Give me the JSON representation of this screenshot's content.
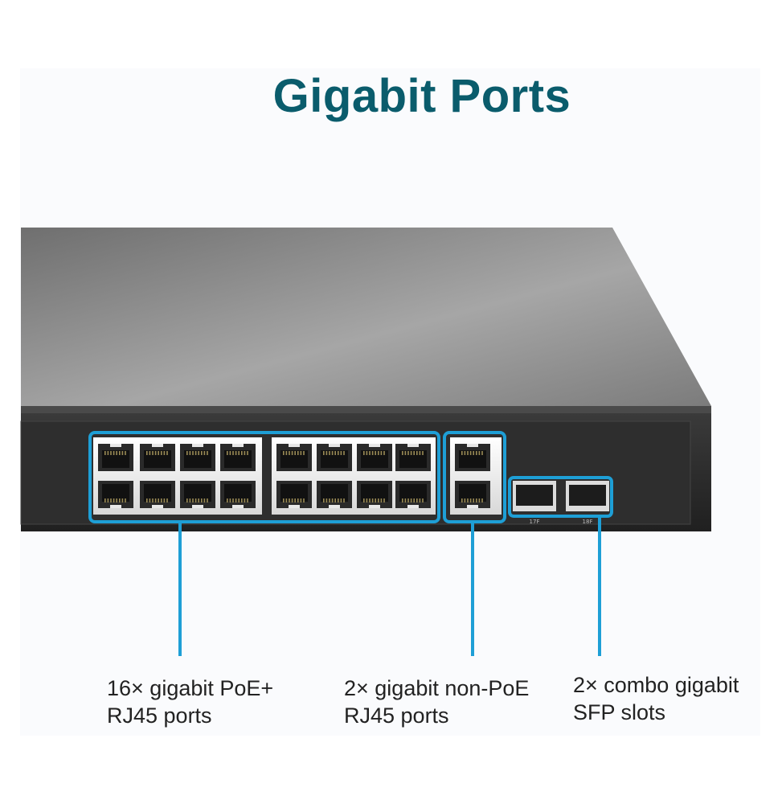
{
  "title": "Gigabit Ports",
  "colors": {
    "title": "#0a5c6c",
    "accent": "#1e9fd6",
    "chassis_top": "#8e8e8e",
    "chassis_front": "#2b2b2b",
    "port_white": "#f2f2f2"
  },
  "callouts": [
    {
      "line1": "16× gigabit PoE+",
      "line2": "RJ45 ports"
    },
    {
      "line1": "2× gigabit non-PoE",
      "line2": "RJ45 ports"
    },
    {
      "line1": "2× combo gigabit",
      "line2": "SFP slots"
    }
  ],
  "port_labels": {
    "sfp_left": "17F",
    "sfp_right": "18F"
  }
}
